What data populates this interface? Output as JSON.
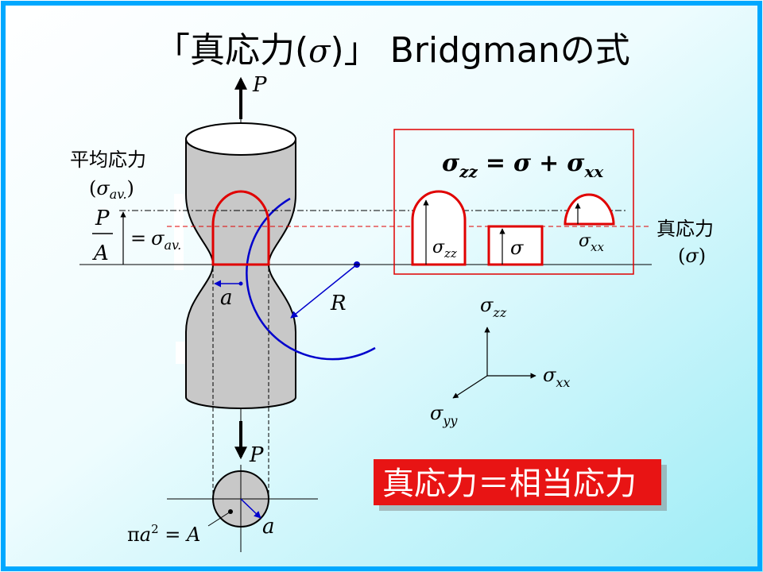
{
  "title": {
    "bracket_open": "「",
    "main": "真応力(",
    "sigma": "σ",
    "close": ")」",
    "tail": " Bridgmanの式"
  },
  "labels": {
    "load_top": "P",
    "load_bottom": "P",
    "avg_stress_heading": "平均応力",
    "avg_stress_paren_open": "(",
    "avg_stress_sigma": "σ",
    "avg_stress_sub": "av.",
    "avg_stress_paren_close": ")",
    "frac_num": "P",
    "frac_den": "A",
    "eq_sign": "=",
    "eq_sigma": "σ",
    "eq_sub": "av.",
    "radius_a": "a",
    "radius_R": "R",
    "true_stress_heading": "真応力",
    "true_stress_paren_open": "(",
    "true_stress_sigma": "σ",
    "true_stress_paren_close": ")",
    "area_pi": "π",
    "area_a": "a",
    "area_exp": "2",
    "area_eq": " = ",
    "area_A": "A",
    "section_a": "a"
  },
  "formula": {
    "lhs_sigma": "σ",
    "lhs_sub": "zz",
    "eq": "=",
    "mid_sigma": "σ",
    "plus": "+",
    "rhs_sigma": "σ",
    "rhs_sub": "xx"
  },
  "shapes": {
    "zz_sigma": "σ",
    "zz_sub": "zz",
    "mid_sigma": "σ",
    "xx_sigma": "σ",
    "xx_sub": "xx"
  },
  "axes": {
    "zz_sigma": "σ",
    "zz_sub": "zz",
    "xx_sigma": "σ",
    "xx_sub": "xx",
    "yy_sigma": "σ",
    "yy_sub": "yy"
  },
  "banner": {
    "text": "真応力＝相当応力"
  },
  "colors": {
    "frame": "#00a0ff",
    "red": "#e00000",
    "blue": "#0000cc",
    "specimen": "#c8c8c8",
    "banner_bg": "#e81414"
  }
}
